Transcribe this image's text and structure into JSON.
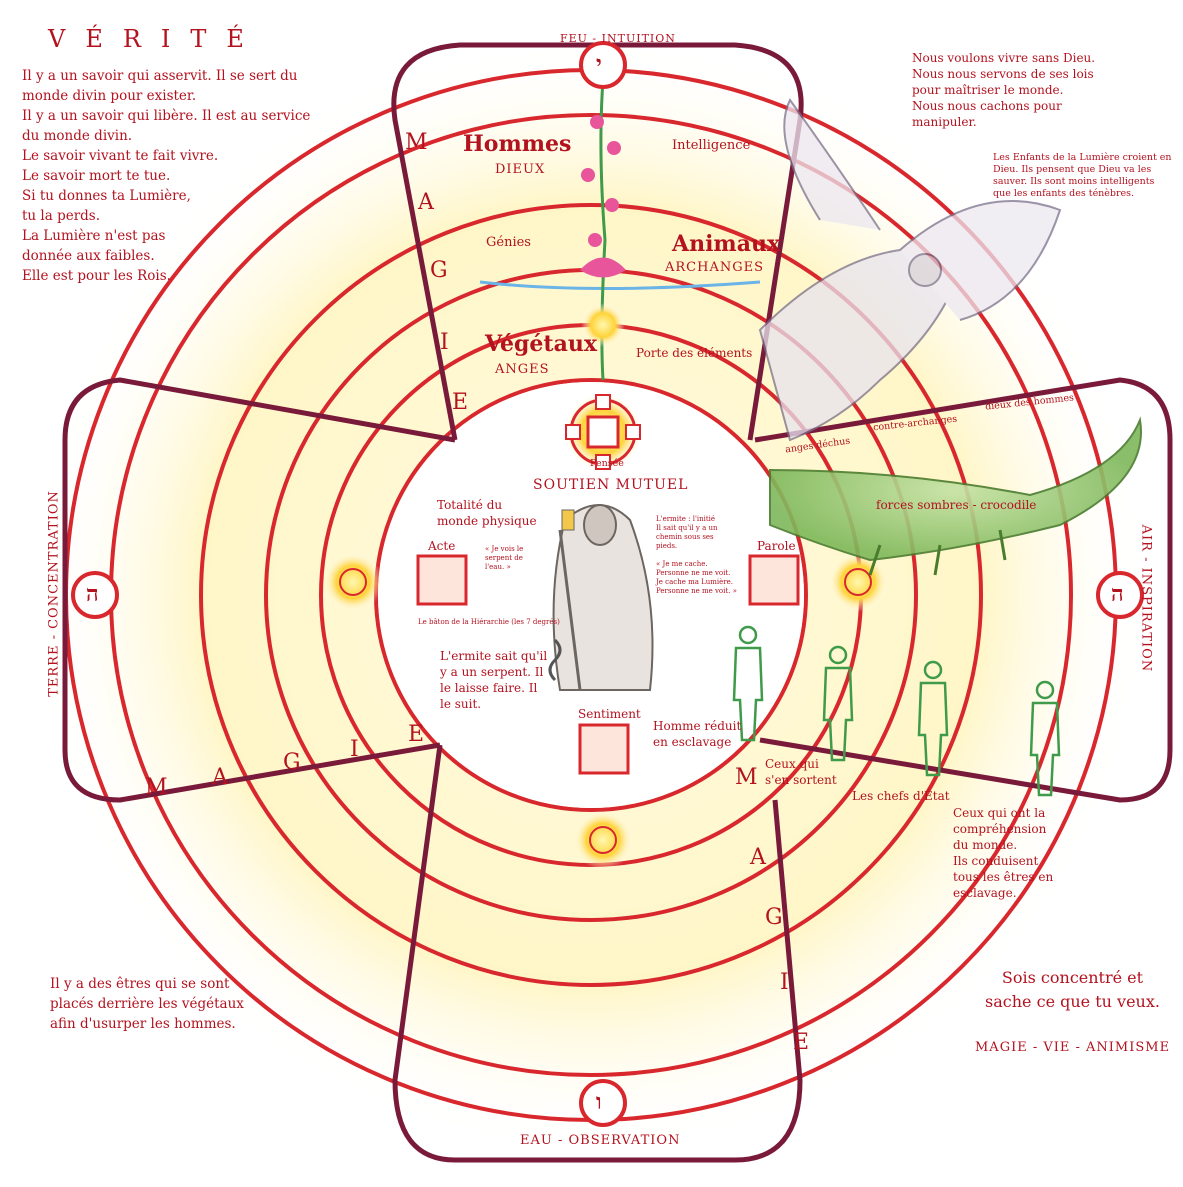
{
  "title": "VÉRITÉ",
  "intro_lines": [
    "Il y a un savoir qui asservit. Il se sert du",
    "monde divin pour exister.",
    "Il y a un savoir qui libère. Il est au service",
    "du monde divin.",
    "Le savoir vivant te fait vivre.",
    "Le savoir mort te tue.",
    "Si tu donnes ta Lumière,",
    "tu la perds.",
    "La Lumière n'est pas",
    "donnée aux faibles.",
    "Elle est pour les Rois."
  ],
  "top_right_lines": [
    "Nous voulons vivre sans Dieu.",
    "Nous nous servons de ses lois",
    "pour maîtriser le monde.",
    "Nous nous cachons pour",
    "manipuler."
  ],
  "enfants_lines": [
    "Les Enfants de la Lumière croient en",
    "Dieu. Ils pensent que Dieu va les",
    "sauver. Ils sont moins intelligents",
    "que les enfants des ténèbres."
  ],
  "bottom_left_lines": [
    "Il y a des êtres qui se sont",
    "placés derrière les végétaux",
    "afin d'usurper les hommes."
  ],
  "bottom_right_lines": [
    "Sois concentré et",
    "sache ce que tu veux."
  ],
  "bottom_right_caption": "MAGIE - VIE - ANIMISME",
  "elements": {
    "top": "FEU - INTUITION",
    "bottom": "EAU - OBSERVATION",
    "left": "TERRE - CONCENTRATION",
    "right": "AIR - INSPIRATION"
  },
  "hebrew_glyphs": {
    "top": "י",
    "bottom": "ו",
    "left": "ה",
    "right": "ה"
  },
  "magie_letters": [
    "M",
    "A",
    "G",
    "I",
    "E"
  ],
  "ring_labels": {
    "hommes": "Hommes",
    "dieux": "DIEUX",
    "intelligence": "Intelligence",
    "genies": "Génies",
    "animaux": "Animaux",
    "archanges": "ARCHANGES",
    "vegetaux": "Végétaux",
    "anges": "ANGES",
    "porte": "Porte des éléments",
    "pensee": "Pensée",
    "soutien": "SOUTIEN MUTUEL",
    "totalite": [
      "Totalité du",
      "monde physique"
    ],
    "acte": "Acte",
    "parole": "Parole",
    "sentiment": "Sentiment",
    "serpent_quote": [
      "« Je vois le",
      "serpent de",
      "l'eau. »"
    ],
    "baton": "Le bâton de la Hiérarchie (les 7 degrés)",
    "ermite_sait": [
      "L'ermite sait qu'il",
      "y a un serpent. Il",
      "le laisse faire. Il",
      "le suit."
    ],
    "ermite_desc": [
      "L'ermite : l'initié",
      "Il sait qu'il y a un",
      "chemin sous ses",
      "pieds.",
      "",
      "« Je me cache.",
      "Personne ne me voit.",
      "Je cache ma Lumière.",
      "Personne ne me voit. »"
    ],
    "homme_reduit": [
      "Homme réduit",
      "en esclavage"
    ],
    "ceux_sortent": [
      "Ceux qui",
      "s'en sortent"
    ],
    "chefs": "Les chefs d'État",
    "ceux_comprehension": [
      "Ceux qui ont la",
      "compréhension",
      "du monde.",
      "Ils conduisent",
      "tous les êtres en",
      "esclavage."
    ],
    "anges_dechus": "anges déchus",
    "contre_archanges": "contre-archanges",
    "dieux_hommes": "dieux des hommes",
    "crocodile": "forces sombres - crocodile"
  },
  "colors": {
    "ring": "#d8282e",
    "border": "#7a1a3a",
    "text": "#b3121f",
    "glow": "#fff4b0",
    "human": "#3f9a4a",
    "croc": "#5d9a3c",
    "flower": "#e8559a"
  }
}
